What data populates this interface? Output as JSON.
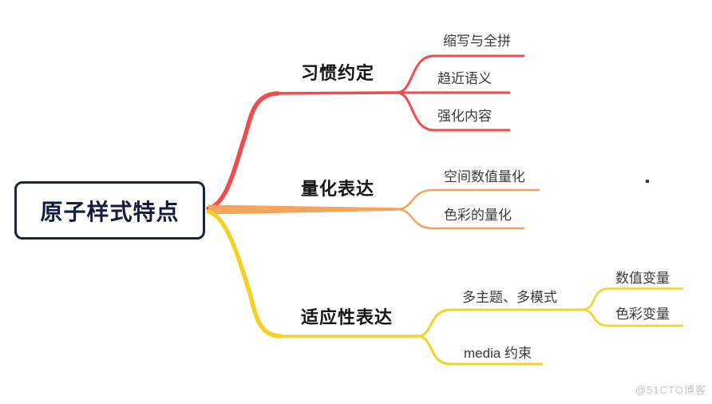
{
  "root": {
    "label": "原子样式特点"
  },
  "colors": {
    "red": "#F24B4B",
    "orange": "#F3A45D",
    "yellow": "#F2D226",
    "root_border": "#1b2348",
    "root_text": "#161c3d",
    "branch_text": "#141414",
    "child_text": "#3a3a3a",
    "watermark_text": "#c6c6c6"
  },
  "branches": [
    {
      "label": "习惯约定",
      "children": [
        {
          "label": "缩写与全拼"
        },
        {
          "label": "趋近语义"
        },
        {
          "label": "强化内容"
        }
      ]
    },
    {
      "label": "量化表达",
      "children": [
        {
          "label": "空间数值量化"
        },
        {
          "label": "色彩的量化"
        }
      ]
    },
    {
      "label": "适应性表达",
      "children": [
        {
          "label": "多主题、多模式",
          "children": [
            {
              "label": "数值变量"
            },
            {
              "label": "色彩变量"
            }
          ]
        },
        {
          "label": "media 约束"
        }
      ]
    }
  ],
  "watermark": {
    "text": "@51CTO博客"
  }
}
